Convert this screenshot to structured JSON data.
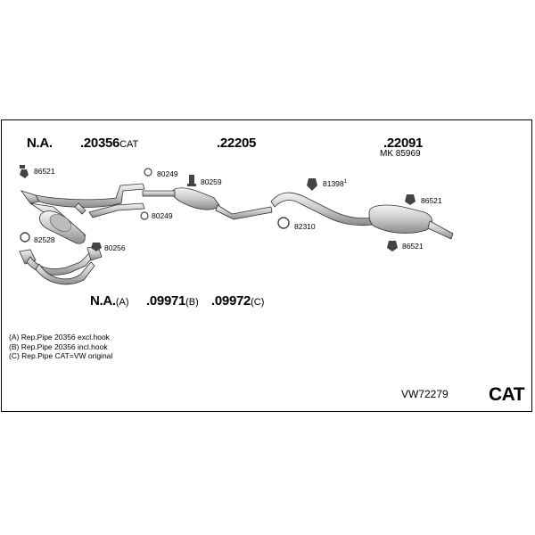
{
  "header_labels": {
    "na": "N.A.",
    "cat_part_no": ".20356",
    "cat_part_suffix": "CAT",
    "middle_part_no": ".22205",
    "rear_part_no": ".22091",
    "rear_mk": "MK  85969"
  },
  "parts": {
    "p86521_a": "86521",
    "p80249_a": "80249",
    "p80259": "80259",
    "p80249_b": "80249",
    "p82528": "82528",
    "p80256": "80256",
    "p81398": "81398",
    "p81398_sup": "1",
    "p82310": "82310",
    "p86521_b": "86521",
    "p86521_c": "86521"
  },
  "options": {
    "na": "N.A.",
    "na_tag": "(A)",
    "opt1": ".09971",
    "opt1_tag": "(B)",
    "opt2": ".09972",
    "opt2_tag": "(C)"
  },
  "notes": [
    "(A) Rep.Pipe 20356 excl.hook",
    "(B) Rep.Pipe 20356 incl.hook",
    "(C) Rep.Pipe CAT=VW original"
  ],
  "footer": {
    "kit_code": "VW72279",
    "type": "CAT"
  }
}
